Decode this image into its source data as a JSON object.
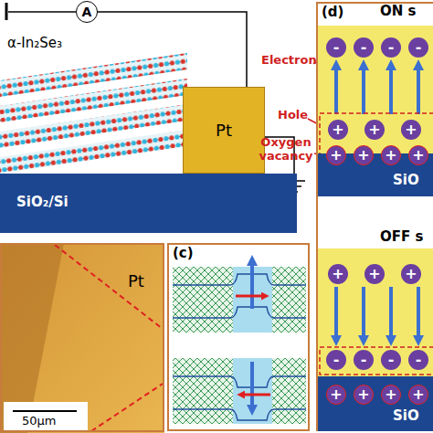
{
  "diagram": {
    "nodes": [
      {
        "text": [
          "A"
        ]
      },
      {
        "text": [
          "α-In₂Se₃"
        ]
      },
      {
        "text": [
          "Pt"
        ]
      },
      {
        "text": [
          "SiO₂/Si"
        ]
      },
      {
        "text": [
          "(c)"
        ]
      },
      {
        "text": [
          "(d)"
        ]
      },
      {
        "text": [
          "-"
        ],
        "in": 5
      },
      {
        "text": [
          "-"
        ],
        "in": 5
      },
      {
        "text": [
          "-"
        ],
        "in": 5
      },
      {
        "text": [
          "-"
        ],
        "in": 5
      },
      {
        "text": [
          "+"
        ],
        "in": 5
      },
      {
        "text": [
          "+"
        ],
        "in": 5
      },
      {
        "text": [
          "+"
        ],
        "in": 5
      },
      {
        "text": [
          "+"
        ],
        "in": 5
      },
      {
        "text": [
          "+"
        ],
        "in": 5
      },
      {
        "text": [
          "+"
        ],
        "in": 5
      },
      {
        "text": [
          "+"
        ],
        "in": 5
      },
      {
        "text": [
          "SiO"
        ],
        "in": 5
      },
      {
        "text": [
          "+"
        ],
        "in": 5
      },
      {
        "text": [
          "+"
        ],
        "in": 5
      },
      {
        "text": [
          "+"
        ],
        "in": 5
      },
      {
        "text": [
          "-"
        ],
        "in": 5
      },
      {
        "text": [
          "-"
        ],
        "in": 5
      },
      {
        "text": [
          "-"
        ],
        "in": 5
      },
      {
        "text": [
          "-"
        ],
        "in": 5
      },
      {
        "text": [
          "+"
        ],
        "in": 5
      },
      {
        "text": [
          "+"
        ],
        "in": 5
      },
      {
        "text": [
          "+"
        ],
        "in": 5
      },
      {
        "text": [
          "+"
        ],
        "in": 5
      },
      {
        "text": [
          "SiO"
        ],
        "in": 5
      }
    ],
    "edges": [
      {
        "from": 0,
        "to": 2,
        "arrow": "none"
      }
    ],
    "labels": [
      "ON s",
      "Electron",
      "Hole",
      "Oxygen vacancy",
      "Pt",
      "50μm",
      "OFF s"
    ]
  }
}
